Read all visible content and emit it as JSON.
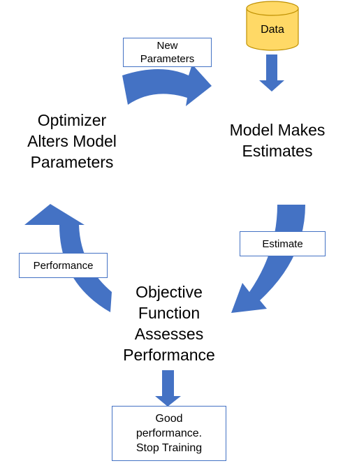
{
  "colors": {
    "arrow": "#4472c4",
    "database_fill": "#ffd966",
    "database_stroke": "#bf9000",
    "box_border": "#4472c4"
  },
  "nodes": {
    "data_source": "Data",
    "optimizer": "Optimizer\nAlters Model\nParameters",
    "model": "Model Makes\nEstimates",
    "objective": "Objective\nFunction\nAssesses\nPerformance"
  },
  "edge_labels": {
    "new_parameters": "New\nParameters",
    "estimate": "Estimate",
    "performance": "Performance",
    "stop": "Good\nperformance.\nStop Training"
  }
}
